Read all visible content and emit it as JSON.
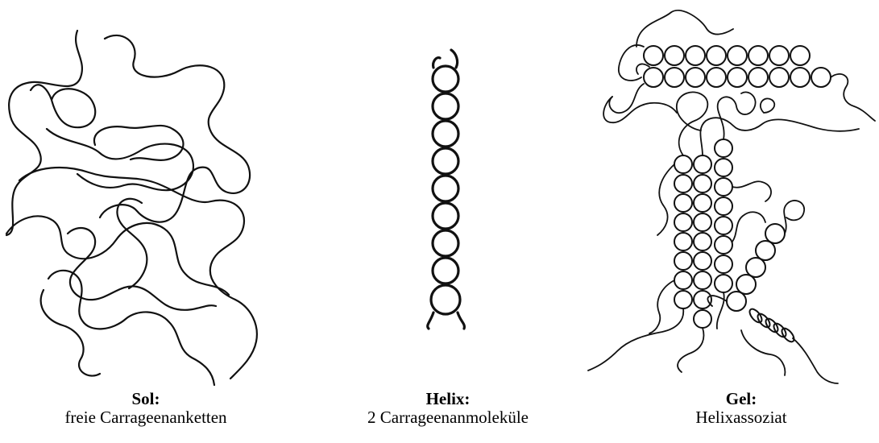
{
  "panels": [
    {
      "id": "sol",
      "title": "Sol:",
      "subtitle": "freie Carrageenanketten"
    },
    {
      "id": "helix",
      "title": "Helix:",
      "subtitle": "2 Carrageenanmoleküle"
    },
    {
      "id": "gel",
      "title": "Gel:",
      "subtitle": "Helixassoziat"
    }
  ]
}
